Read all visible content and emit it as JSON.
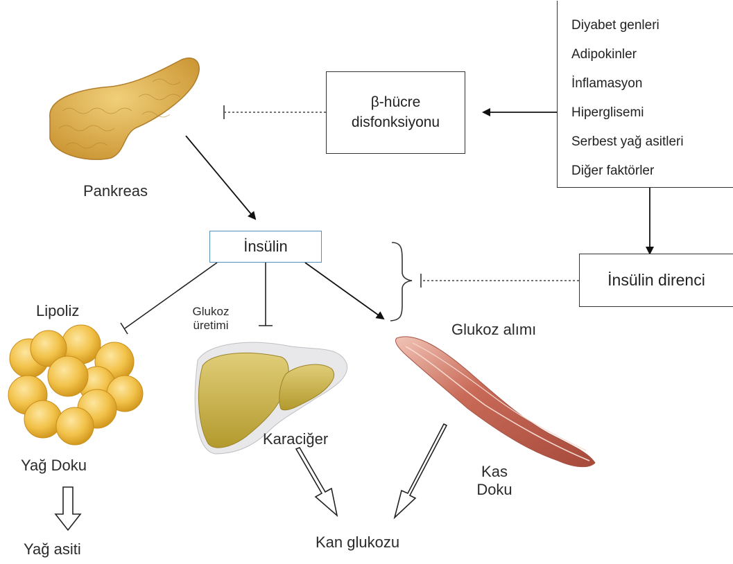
{
  "labels": {
    "pancreas": "Pankreas",
    "beta_cell_line1": "β-hücre",
    "beta_cell_line2": "disfonksiyonu",
    "insulin": "İnsülin",
    "insulin_resistance": "İnsülin direnci",
    "lipolysis": "Lipoliz",
    "glucose_production_line1": "Glukoz",
    "glucose_production_line2": "üretimi",
    "glucose_uptake": "Glukoz alımı",
    "adipose_tissue": "Yağ Doku",
    "liver": "Karaciğer",
    "muscle_line1": "Kas",
    "muscle_line2": "Doku",
    "fatty_acid": "Yağ asiti",
    "blood_glucose": "Kan glukozu"
  },
  "factors": [
    "Diyabet genleri",
    "Adipokinler",
    "İnflamasyon",
    "Hiperglisemi",
    "Serbest yağ asitleri",
    "Diğer faktörler"
  ],
  "colors": {
    "pancreas": "#d9a94a",
    "fat_cell": "#f2c24a",
    "liver": "#c8b04a",
    "muscle": "#c96a58",
    "line": "#222222",
    "insulin_box_border": "#5a8fb5"
  }
}
